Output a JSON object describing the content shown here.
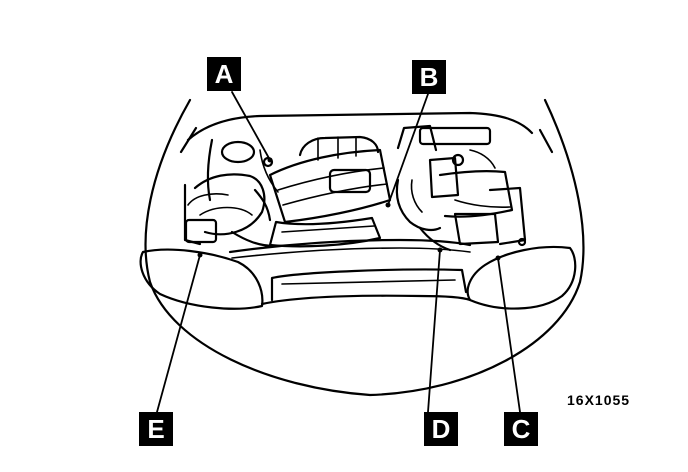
{
  "diagram": {
    "callouts": {
      "a": "A",
      "b": "B",
      "c": "C",
      "d": "D",
      "e": "E"
    },
    "figure_code": "16X1055"
  }
}
